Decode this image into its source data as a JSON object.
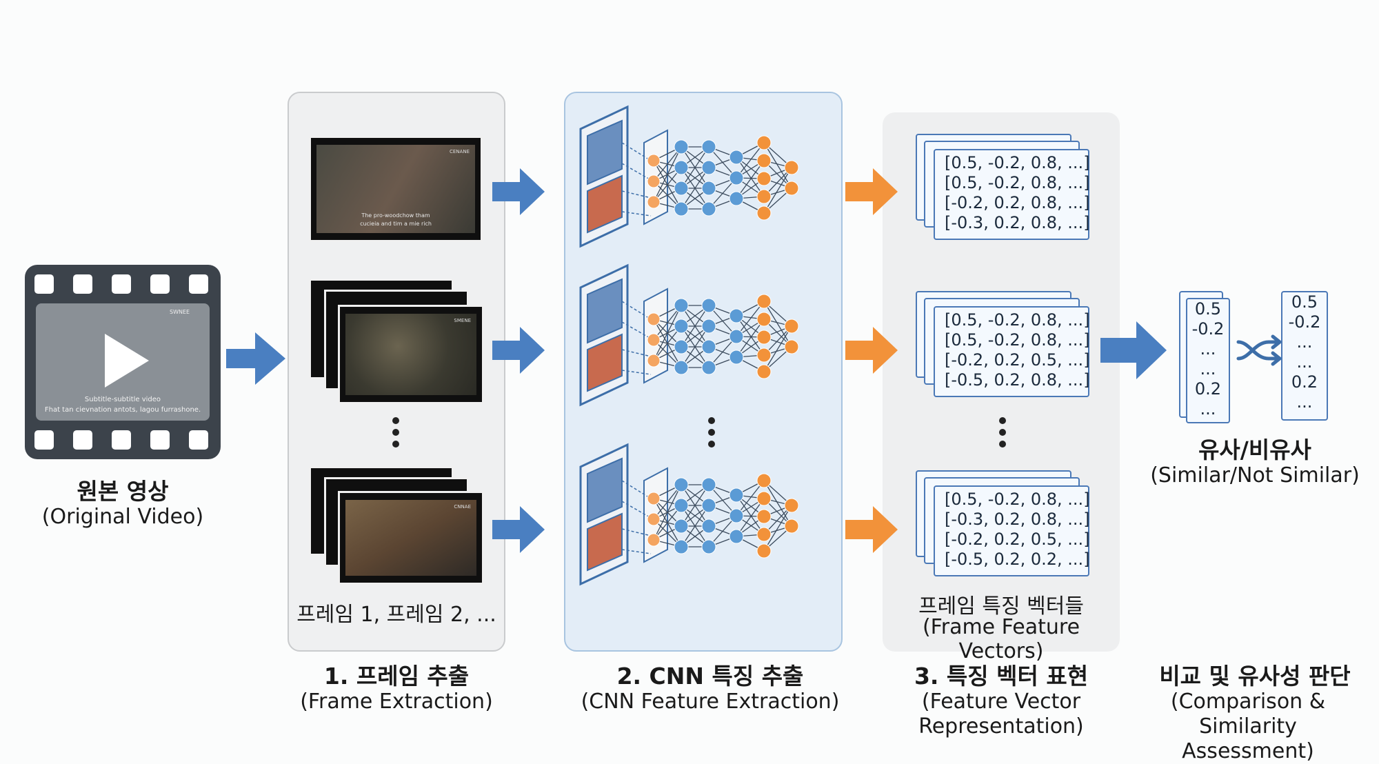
{
  "video": {
    "title": "원본 영상",
    "subtitle": "(Original Video)",
    "caption_line1": "Subtitle-subtitle video",
    "caption_line2": "Fhat tan cievnation antots, lagou furrashone.",
    "logo": "SWNEE"
  },
  "frames": [
    {
      "caption_line1": "The pro-woodchow tham",
      "caption_line2": "cucieia and tim a mie rich",
      "logo": "CENANE"
    },
    {
      "logo": "SMENE"
    },
    {
      "logo": "CNNAE"
    }
  ],
  "stage1": {
    "panel_caption": "프레임 1, 프레임 2, ...",
    "title": "1. 프레임 추출",
    "subtitle": "(Frame Extraction)"
  },
  "stage2": {
    "title": "2. CNN 특징 추출",
    "subtitle": "(CNN Feature Extraction)"
  },
  "stage3": {
    "panel_caption": "프레임 특징 벡터들",
    "panel_caption_en": "(Frame Feature Vectors)",
    "title": "3. 특징 벡터 표현",
    "subtitle_line1": "(Feature Vector",
    "subtitle_line2": "Representation)",
    "vectors": [
      [
        "[0.5, -0.2, 0.8, ...]",
        "[0.5, -0.2, 0.8, ...]",
        "[-0.2, 0.2, 0.8, ...]",
        "[-0.3, 0.2, 0.8, ...]"
      ],
      [
        "[0.5, -0.2, 0.8, ...]",
        "[0.5, -0.2, 0.8, ...]",
        "[-0.2, 0.2, 0.5, ...]",
        "[-0.5, 0.2, 0.8, ...]"
      ],
      [
        "[0.5, -0.2, 0.8, ...]",
        "[-0.3, 0.2, 0.8, ...]",
        "[-0.2, 0.2, 0.5, ...]",
        "[-0.5, 0.2, 0.2, ...]"
      ]
    ]
  },
  "comparison": {
    "left_values": [
      "0.5",
      "-0.2",
      "...",
      "...",
      "0.2",
      "..."
    ],
    "right_values": [
      "0.5",
      "-0.2",
      "...",
      "...",
      "0.2",
      "..."
    ],
    "result_title": "유사/비유사",
    "result_subtitle": "(Similar/Not Similar)",
    "title": "비교 및 유사성 판단",
    "subtitle_line1": "(Comparison &",
    "subtitle_line2": "Similarity Assessment)",
    "icon": "shuffle-icon"
  },
  "colors": {
    "blue_arrow": "#4a7fc1",
    "orange_arrow": "#f2923a",
    "node_blue": "#5b9bd5",
    "node_orange": "#f4a460"
  }
}
